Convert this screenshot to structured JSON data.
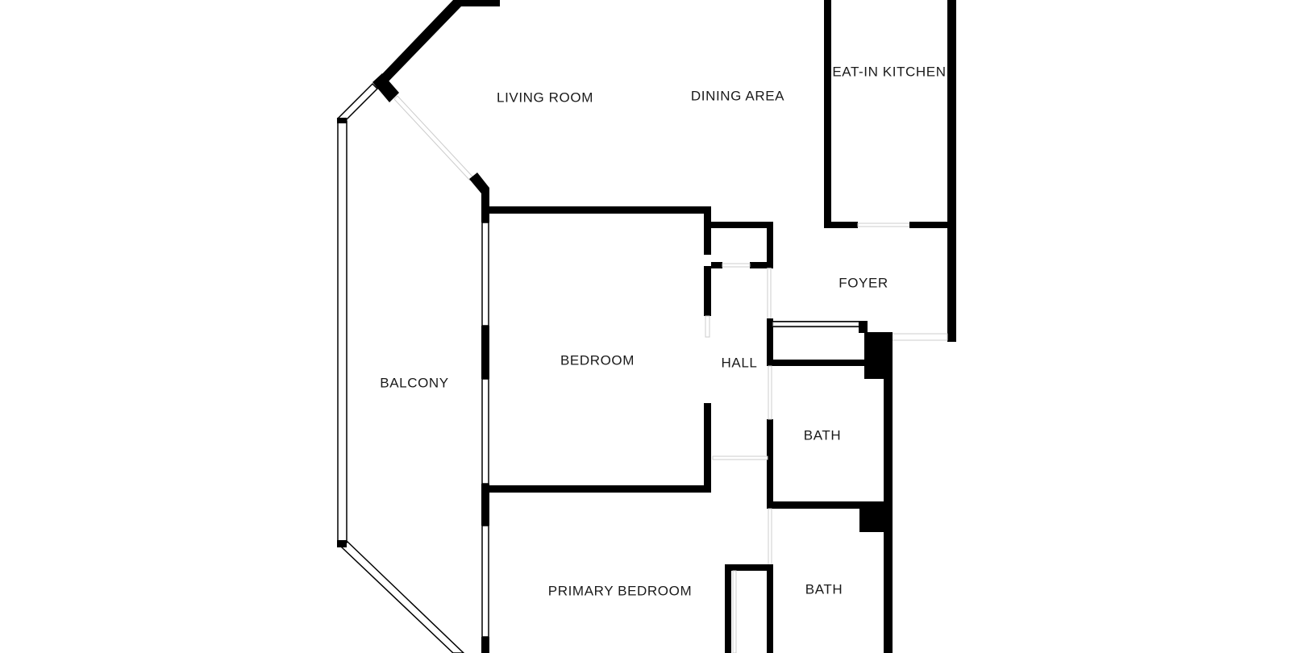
{
  "colors": {
    "wall": "#000000",
    "background": "#ffffff",
    "text": "#1a1a1a"
  },
  "rooms": {
    "living_room": "LIVING ROOM",
    "dining_area": "DINING AREA",
    "eat_in_kitchen": "EAT-IN KITCHEN",
    "foyer": "FOYER",
    "hall": "HALL",
    "bedroom": "BEDROOM",
    "balcony": "BALCONY",
    "bath_1": "BATH",
    "bath_2": "BATH",
    "primary_bedroom": "PRIMARY BEDROOM"
  }
}
